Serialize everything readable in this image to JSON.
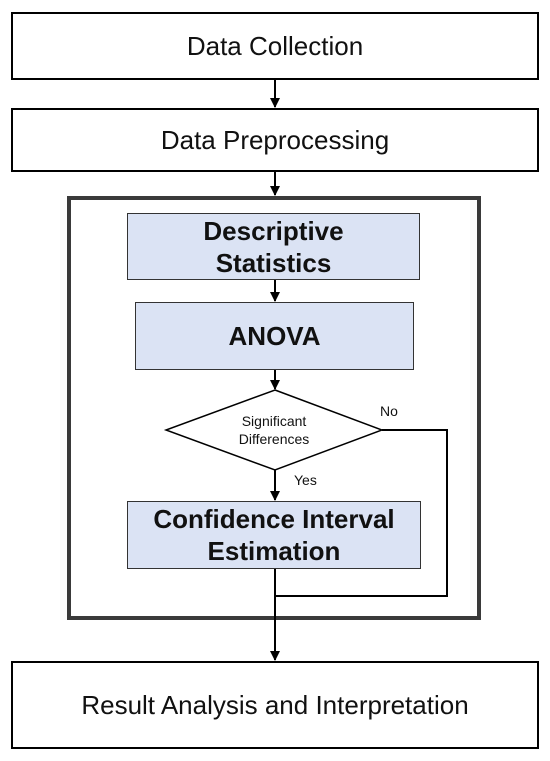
{
  "nodes": {
    "data_collection": "Data Collection",
    "data_preprocessing": "Data Preprocessing",
    "descriptive_statistics_line1": "Descriptive",
    "descriptive_statistics_line2": "Statistics",
    "anova": "ANOVA",
    "decision_line1": "Significant",
    "decision_line2": "Differences",
    "confidence_line1": "Confidence Interval",
    "confidence_line2": "Estimation",
    "result": "Result Analysis and Interpretation"
  },
  "edges": {
    "no_label": "No",
    "yes_label": "Yes"
  },
  "colors": {
    "process_fill": "#dbe3f4",
    "border": "#000000",
    "group_border": "#3a3a3a"
  }
}
